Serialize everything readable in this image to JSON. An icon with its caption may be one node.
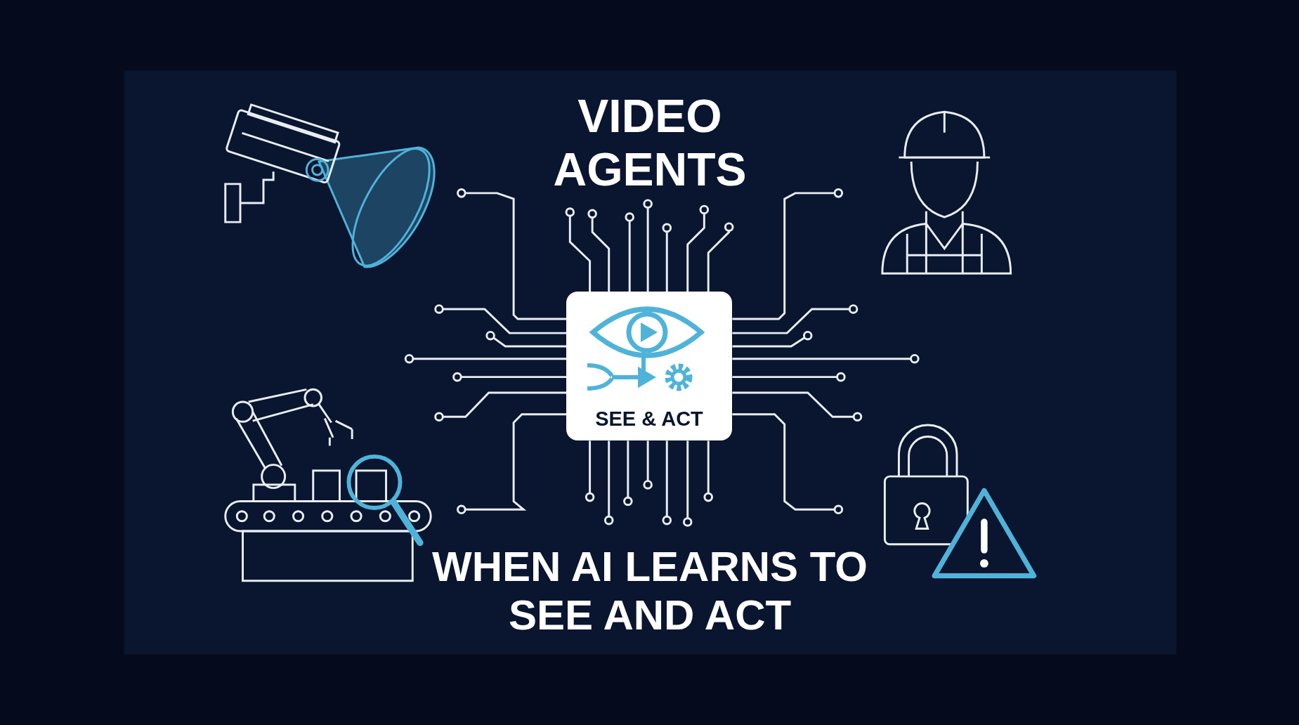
{
  "diagram": {
    "title": "VIDEO AGENTS",
    "caption": "WHEN AI LEARNS TO SEE AND ACT",
    "nodes": [
      {
        "text": [
          "SEE & ACT"
        ]
      }
    ]
  }
}
